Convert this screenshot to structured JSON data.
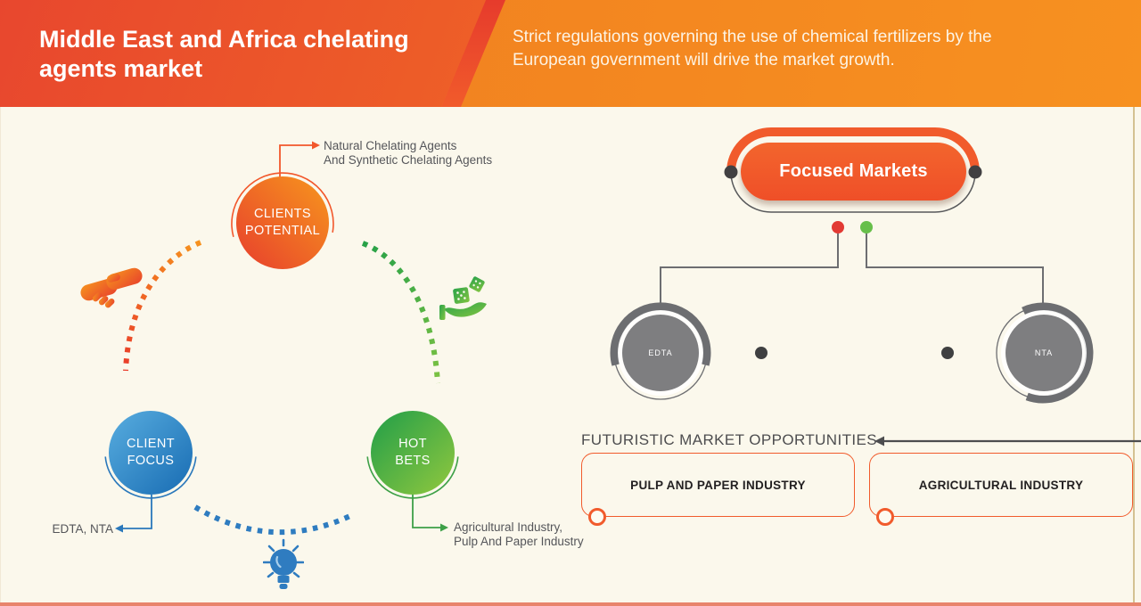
{
  "header": {
    "title": "Middle East and Africa chelating\nagents market",
    "subtitle": "Strict regulations governing the use of chemical fertilizers by the\nEuropean government will drive the market growth."
  },
  "left_diagram": {
    "nodes": [
      {
        "id": "clients-potential",
        "label": "CLIENTS\nPOTENTIAL",
        "annotation": "Natural Chelating Agents\nAnd Synthetic Chelating Agents",
        "color": "#f15b2c"
      },
      {
        "id": "client-focus",
        "label": "CLIENT\nFOCUS",
        "annotation": "EDTA, NTA",
        "color": "#2a7fc1"
      },
      {
        "id": "hot-bets",
        "label": "HOT\nBETS",
        "annotation": "Agricultural Industry,\nPulp And Paper Industry",
        "color": "#46ab43"
      }
    ],
    "icons": [
      {
        "name": "handshake-icon"
      },
      {
        "name": "dice-hand-icon"
      },
      {
        "name": "lightbulb-icon"
      }
    ]
  },
  "right_diagram": {
    "focused_markets_label": "Focused Markets",
    "segments": [
      {
        "label": "EDTA"
      },
      {
        "label": "NTA"
      }
    ],
    "opportunities_title": "FUTURISTIC MARKET OPPORTUNITIES",
    "opportunities": [
      {
        "label": "PULP AND PAPER INDUSTRY"
      },
      {
        "label": "AGRICULTURAL INDUSTRY"
      }
    ]
  },
  "colors": {
    "header_gradient_left": "#e8472e",
    "header_gradient_right": "#f79120",
    "accent_orange": "#f15b2c",
    "accent_red": "#e8432c",
    "accent_blue": "#2a7fc1",
    "accent_green": "#27a148",
    "accent_light_green": "#8cc63f",
    "segment_gray": "#7e7e80",
    "connector_gray": "#6d6e71",
    "text_dark": "#4d4d4f",
    "background_cream": "#fbf8ec",
    "border_salmon": "#e8846c",
    "red_dot": "#e23a33",
    "green_dot": "#67bf4a"
  }
}
